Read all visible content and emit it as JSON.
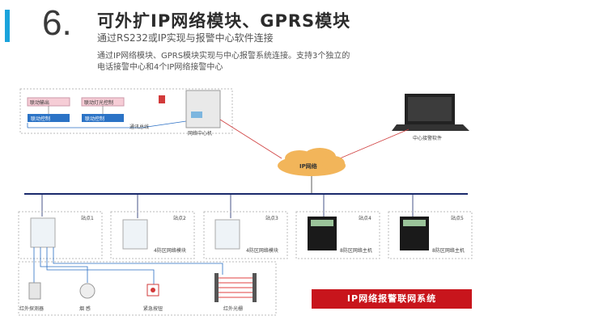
{
  "header": {
    "number": "6.",
    "title": "可外扩IP网络模块、GPRS模块",
    "subtitle": "通过RS232或IP实现与报警中心软件连接",
    "description": [
      "通过IP网络模块、GPRS模块实现与中心报警系统连接。支持3个独立的",
      "电话接警中心和4个IP网络接警中心"
    ]
  },
  "diagram": {
    "network_cloud": "IP网络",
    "host_label": "网络中心机",
    "bus_label": "通讯总线",
    "center_software": "中心接警软件",
    "module_boxes": [
      "联动输出",
      "联动控制",
      "联动灯光控制",
      "联动控制"
    ],
    "stations": [
      {
        "label": "站点1"
      },
      {
        "label": "站点2",
        "caption": "4防区网络模块"
      },
      {
        "label": "站点3",
        "caption": "4防区网络模块"
      },
      {
        "label": "站点4",
        "caption": "8防区网络主机"
      },
      {
        "label": "站点5",
        "caption": "8防区网络主机"
      }
    ],
    "devices": [
      "红外探测器",
      "烟  感",
      "紧急按钮",
      "红外光栅"
    ],
    "system_name": "IP网络报警联网系统"
  },
  "colors": {
    "accent": "#1aa3dc",
    "banner": "#c8151c",
    "link_red": "#d04040",
    "link_blue": "#2a6fc4",
    "cloud": "#f2b55a"
  }
}
